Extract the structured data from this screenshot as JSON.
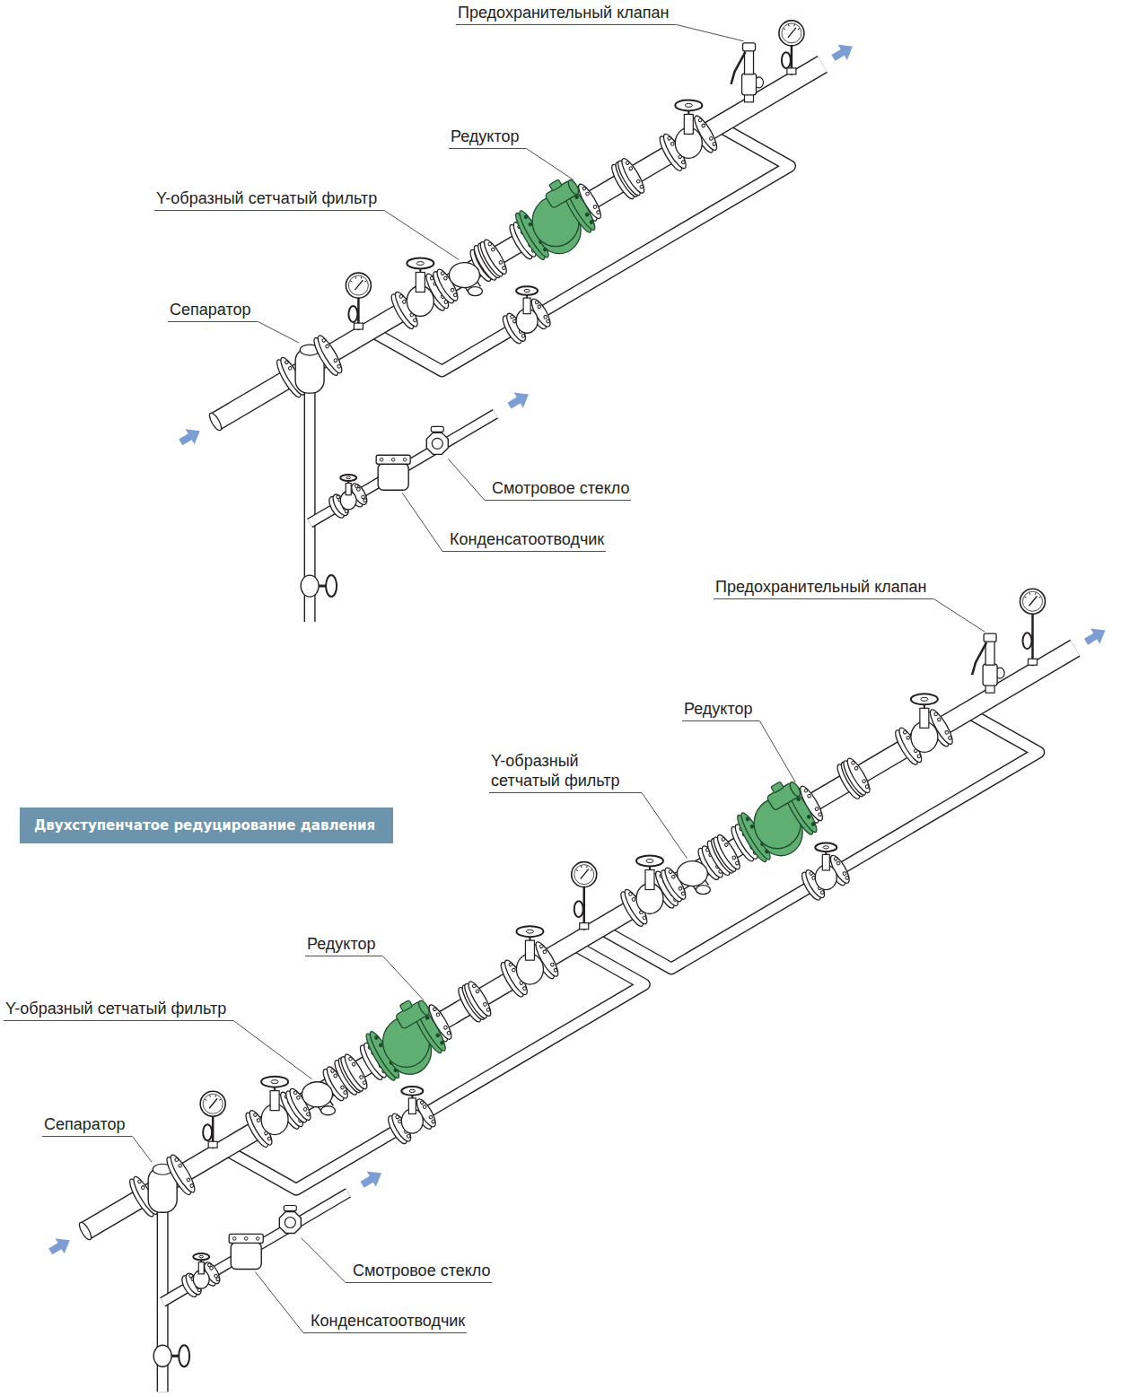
{
  "diagram": {
    "nodes": [
      {
        "text": [
          "Двухступенчатое редуцирование давления"
        ]
      }
    ],
    "labels": [
      "Предохранительный клапан",
      "Редуктор",
      "Y-образный сетчатый фильтр",
      "Сепаратор",
      "Смотровое стекло",
      "Конденсатоотводчик",
      "Предохранительный клапан",
      "Редуктор",
      "Y-образный сетчатый фильтр",
      "Редуктор",
      "Y-образный сетчатый фильтр",
      "Сепаратор",
      "Смотровое стекло",
      "Конденсатоотводчик"
    ]
  }
}
